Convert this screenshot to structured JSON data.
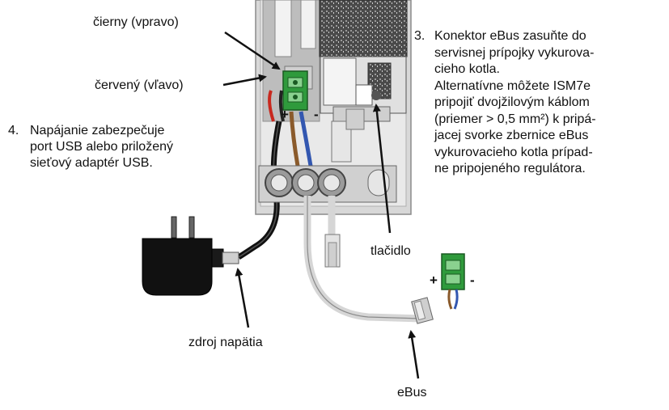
{
  "labels": {
    "black_right": "čierny (vpravo)",
    "red_left": "červený (vľavo)",
    "button": "tlačidlo",
    "power_source": "zdroj napätia",
    "ebus": "eBus",
    "plus": "+",
    "minus": "-"
  },
  "steps": {
    "step3": {
      "number": "3.",
      "lines": [
        "Konektor eBus zasuňte do",
        "servisnej prípojky vykurova-",
        "cieho kotla.",
        "Alternatívne môžete ISM7e",
        "pripojiť dvojžilovým káblom",
        "(priemer > 0,5 mm²) k pripá-",
        "jacej svorke zbernice eBus",
        "vykurovacieho kotla prípad-",
        "ne pripojeného regulátora."
      ]
    },
    "step4": {
      "number": "4.",
      "lines": [
        "Napájanie zabezpečuje",
        "port USB alebo priložený",
        "sieťový adaptér USB."
      ]
    }
  },
  "colors": {
    "connector_green": "#2f9a3c",
    "wire_red": "#c8281e",
    "wire_blue": "#3357b0",
    "wire_brown": "#8a5a2b",
    "housing_gray": "#d9d9d9",
    "pcb_dark": "#3a3a3a"
  }
}
